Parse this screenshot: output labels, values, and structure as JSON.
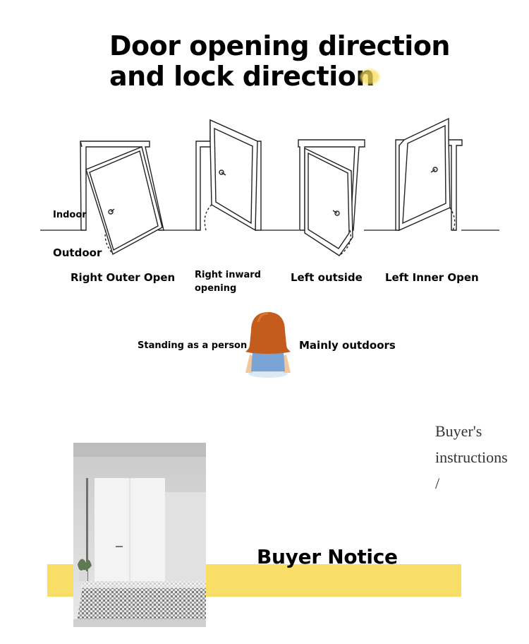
{
  "header": {
    "title_line1": "Door opening direction",
    "title_line2": "and lock direction"
  },
  "diagram": {
    "indoor_label": "Indoor",
    "outdoor_label": "Outdoor",
    "doors": [
      {
        "label": "Right Outer Open"
      },
      {
        "label_line1": "Right inward",
        "label_line2": "opening"
      },
      {
        "label": "Left outside"
      },
      {
        "label": "Left Inner Open"
      }
    ],
    "person": {
      "left_label": "Standing as a person",
      "right_label": "Mainly outdoors"
    }
  },
  "notes": {
    "line1": "Buyer's",
    "line2": "instructions",
    "line3": "/"
  },
  "notice": {
    "title": "Buyer Notice"
  },
  "colors": {
    "accent_yellow": "#f8dd66",
    "hair": "#c45c1d",
    "shirt": "#7aa3d6"
  }
}
